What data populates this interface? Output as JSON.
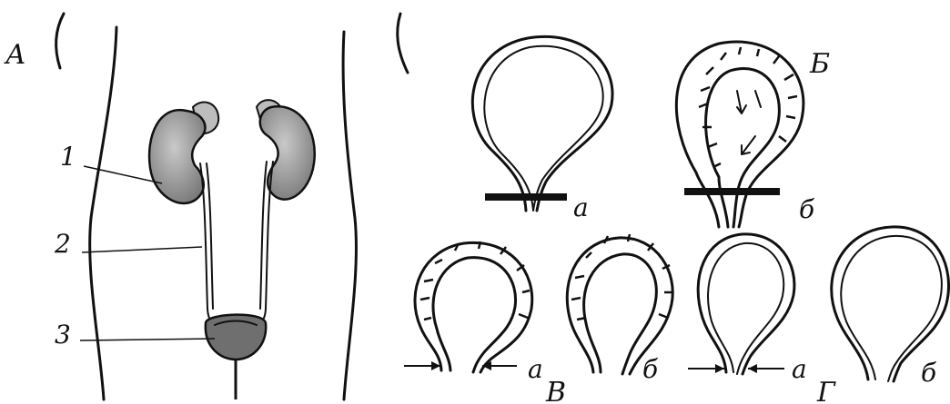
{
  "panels": {
    "A": {
      "letter": "А",
      "callouts": [
        "1",
        "2",
        "3"
      ]
    },
    "B": {
      "letter": "Б",
      "sub_a": "а",
      "sub_b": "б"
    },
    "V": {
      "letter": "В",
      "sub_a": "а",
      "sub_b": "б"
    },
    "G": {
      "letter": "Г",
      "sub_a": "а",
      "sub_b": "б"
    }
  }
}
